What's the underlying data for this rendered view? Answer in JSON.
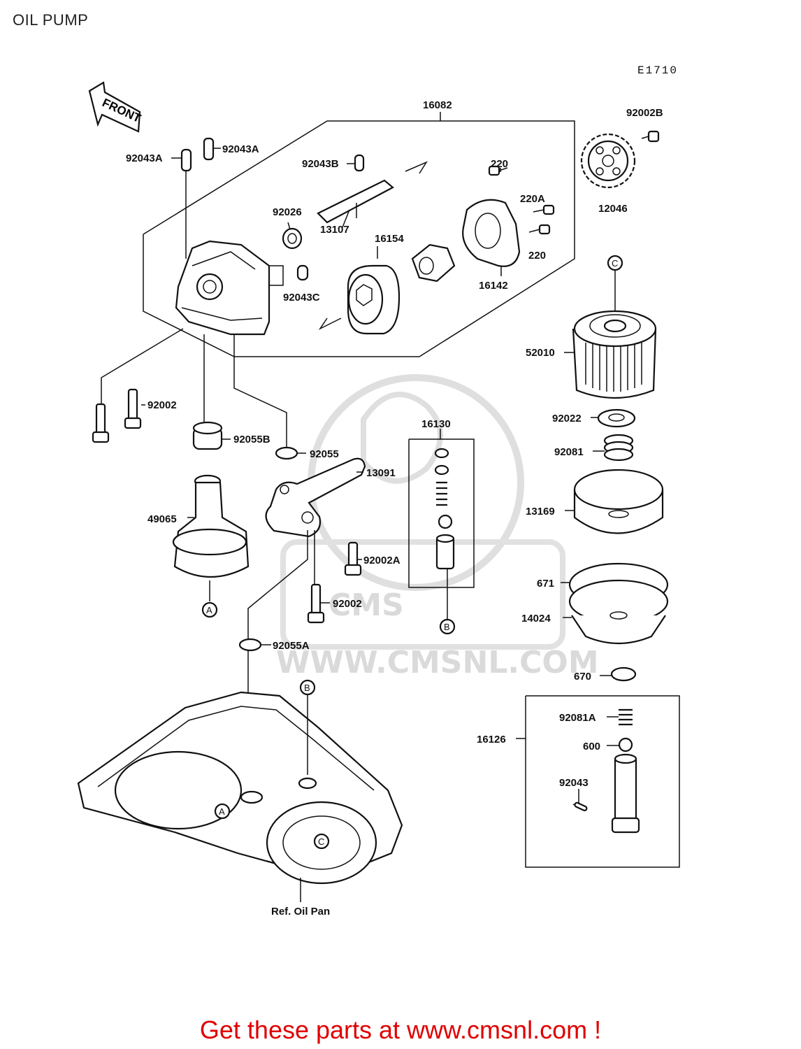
{
  "page": {
    "title": "OIL PUMP",
    "diagram_code": "E1710",
    "promo": "Get these parts at www.cmsnl.com !"
  },
  "watermark": {
    "brand": "CMS",
    "url": "WWW.CMSNL.COM"
  },
  "labels": {
    "front": "FRONT",
    "p16082": "16082",
    "p92002B": "92002B",
    "p92043A_left": "92043A",
    "p92043A_right": "92043A",
    "p92043B": "92043B",
    "p220_top": "220",
    "p220A": "220A",
    "p220_bottom": "220",
    "p12046": "12046",
    "p92026": "92026",
    "p13107": "13107",
    "p16154": "16154",
    "p92043C": "92043C",
    "p16142": "16142",
    "pC_filter": "C",
    "p52010": "52010",
    "p92002_top": "92002",
    "p92055B": "92055B",
    "p92055": "92055",
    "p16130": "16130",
    "p13091": "13091",
    "p49065": "49065",
    "p92002A": "92002A",
    "p92002_mid": "92002",
    "pA_strainer": "A",
    "pB_valve": "B",
    "p92022": "92022",
    "p92081": "92081",
    "p13169": "13169",
    "p671": "671",
    "p14024": "14024",
    "p92055A": "92055A",
    "pB_pan": "B",
    "p670": "670",
    "p16126": "16126",
    "p92081A": "92081A",
    "p600": "600",
    "p92043": "92043",
    "pA_pan": "A",
    "pC_pan": "C",
    "ref_oil_pan": "Ref. Oil Pan"
  },
  "colors": {
    "line": "#111111",
    "promo": "#e00000",
    "watermark": "#d6d6d6"
  }
}
